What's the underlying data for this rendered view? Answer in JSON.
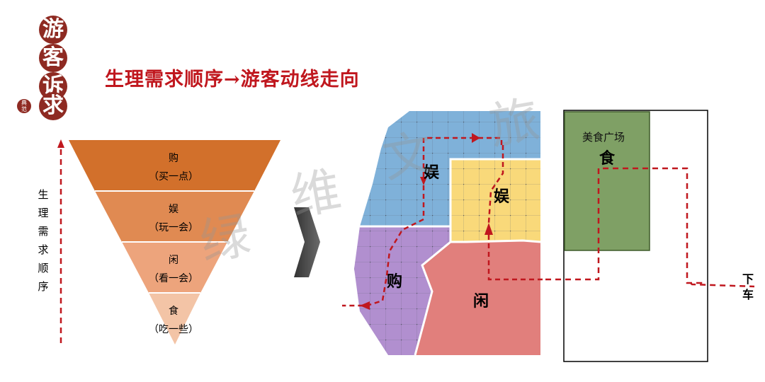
{
  "header": {
    "badge_chars": [
      "游",
      "客",
      "诉",
      "求"
    ],
    "seal_chars": [
      "典",
      "范"
    ],
    "title": "生理需求顺序→游客动线走向"
  },
  "pyramid": {
    "vertical_label_chars": [
      "生",
      "理",
      "需",
      "求",
      "顺",
      "序"
    ],
    "tiers": [
      {
        "name": "购",
        "sub": "（买一点）",
        "color": "#d2702b"
      },
      {
        "name": "娱",
        "sub": "（玩一会）",
        "color": "#e08a52"
      },
      {
        "name": "闲",
        "sub": "（看一会）",
        "color": "#eda47c"
      },
      {
        "name": "食",
        "sub": "（吃一些）",
        "color": "#f3c4a6"
      }
    ],
    "arrow_color": "#c0171e"
  },
  "map": {
    "zones": [
      {
        "key": "blue",
        "label": "娱",
        "color": "#7fb1d9"
      },
      {
        "key": "yellow",
        "label": "娱",
        "color": "#f9d97a"
      },
      {
        "key": "purple",
        "label": "购",
        "color": "#b18fcf"
      },
      {
        "key": "red",
        "label": "闲",
        "color": "#e17f7c"
      }
    ],
    "path_color": "#c0171e"
  },
  "food_court": {
    "title": "美食广场",
    "label": "食",
    "color": "#7fa065"
  },
  "exit_chars": [
    "下",
    "车"
  ],
  "watermark_chars": [
    "绿",
    "维",
    "文",
    "旅"
  ]
}
